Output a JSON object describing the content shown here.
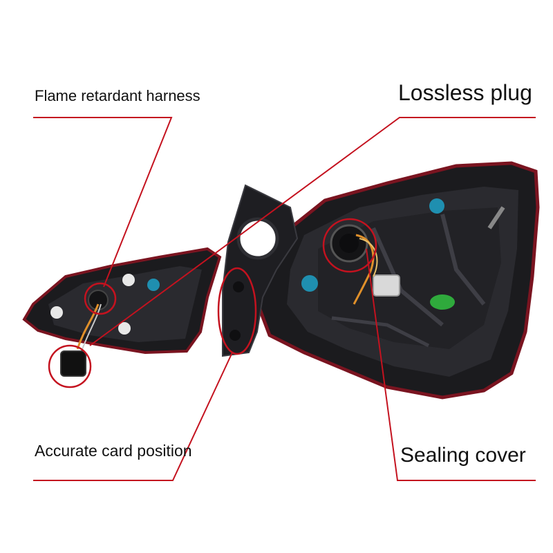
{
  "labels": {
    "flame": "Flame retardant harness",
    "lossless": "Lossless plug",
    "accurate": "Accurate card position",
    "sealing": "Sealing cover"
  },
  "colors": {
    "callout": "#c4121f",
    "housing": "#1b1b1e",
    "housing_light": "#3a3a40",
    "lens_red": "#8a1420",
    "cap_blue": "#1f8fb0",
    "cap_green": "#2faa3c",
    "wire_orange": "#e0902a"
  }
}
